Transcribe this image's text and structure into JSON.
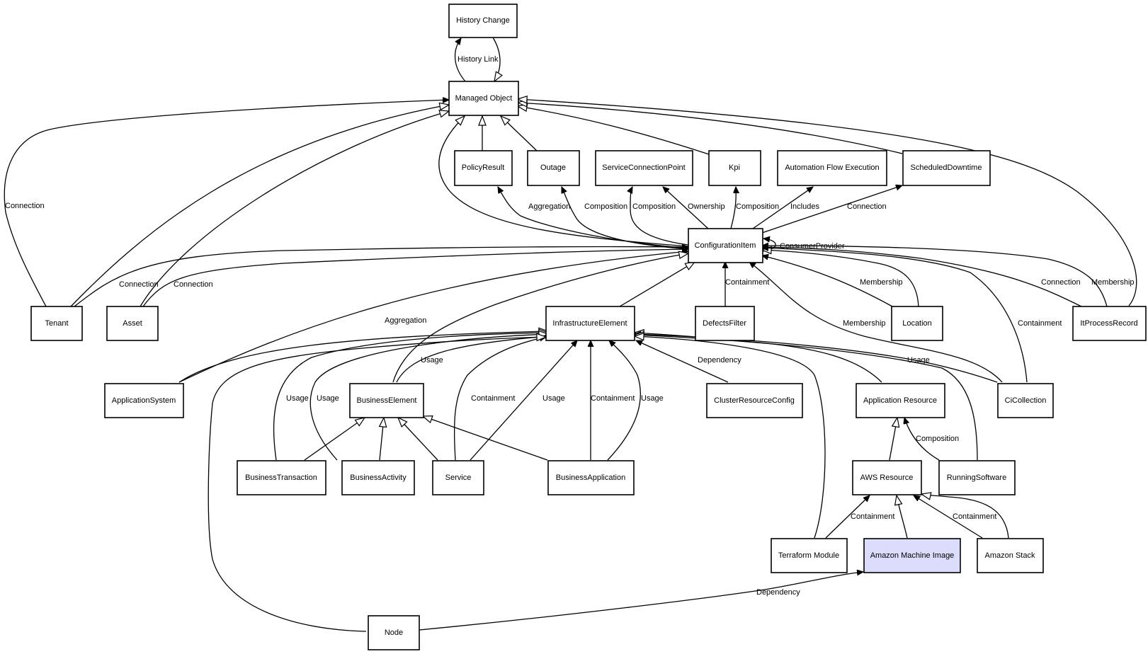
{
  "diagram": {
    "title": "Configuration Item Relationship Model",
    "highlight_color": "#dcdcfc",
    "nodes": [
      {
        "id": "history_change",
        "label": "History Change"
      },
      {
        "id": "managed_object",
        "label": "Managed Object"
      },
      {
        "id": "policy_result",
        "label": "PolicyResult"
      },
      {
        "id": "outage",
        "label": "Outage"
      },
      {
        "id": "service_connection_point",
        "label": "ServiceConnectionPoint"
      },
      {
        "id": "kpi",
        "label": "Kpi"
      },
      {
        "id": "automation_flow_execution",
        "label": "Automation Flow Execution"
      },
      {
        "id": "scheduled_downtime",
        "label": "ScheduledDowntime"
      },
      {
        "id": "configuration_item",
        "label": "ConfigurationItem"
      },
      {
        "id": "tenant",
        "label": "Tenant"
      },
      {
        "id": "asset",
        "label": "Asset"
      },
      {
        "id": "infrastructure_element",
        "label": "InfrastructureElement"
      },
      {
        "id": "defects_filter",
        "label": "DefectsFilter"
      },
      {
        "id": "location",
        "label": "Location"
      },
      {
        "id": "it_process_record",
        "label": "ItProcessRecord"
      },
      {
        "id": "application_system",
        "label": "ApplicationSystem"
      },
      {
        "id": "business_element",
        "label": "BusinessElement"
      },
      {
        "id": "cluster_resource_config",
        "label": "ClusterResourceConfig"
      },
      {
        "id": "application_resource",
        "label": "Application Resource"
      },
      {
        "id": "ci_collection",
        "label": "CiCollection"
      },
      {
        "id": "business_transaction",
        "label": "BusinessTransaction"
      },
      {
        "id": "business_activity",
        "label": "BusinessActivity"
      },
      {
        "id": "service",
        "label": "Service"
      },
      {
        "id": "business_application",
        "label": "BusinessApplication"
      },
      {
        "id": "aws_resource",
        "label": "AWS Resource"
      },
      {
        "id": "running_software",
        "label": "RunningSoftware"
      },
      {
        "id": "terraform_module",
        "label": "Terraform Module"
      },
      {
        "id": "amazon_machine_image",
        "label": "Amazon Machine Image",
        "selected": true
      },
      {
        "id": "amazon_stack",
        "label": "Amazon Stack"
      },
      {
        "id": "node",
        "label": "Node"
      }
    ],
    "edges": [
      {
        "from": "managed_object",
        "to": "history_change",
        "label": "History Link",
        "type": "association"
      },
      {
        "from": "history_change",
        "to": "managed_object",
        "label": "",
        "type": "inheritance"
      },
      {
        "from": "policy_result",
        "to": "managed_object",
        "label": "",
        "type": "inheritance"
      },
      {
        "from": "outage",
        "to": "managed_object",
        "label": "",
        "type": "inheritance"
      },
      {
        "from": "kpi",
        "to": "managed_object",
        "label": "",
        "type": "inheritance"
      },
      {
        "from": "scheduled_downtime",
        "to": "managed_object",
        "label": "",
        "type": "inheritance"
      },
      {
        "from": "it_process_record",
        "to": "managed_object",
        "label": "",
        "type": "inheritance"
      },
      {
        "from": "configuration_item",
        "to": "managed_object",
        "label": "",
        "type": "inheritance"
      },
      {
        "from": "tenant",
        "to": "managed_object",
        "label": "Connection",
        "type": "association"
      },
      {
        "from": "tenant",
        "to": "managed_object",
        "label": "",
        "type": "inheritance"
      },
      {
        "from": "asset",
        "to": "managed_object",
        "label": "",
        "type": "inheritance"
      },
      {
        "from": "configuration_item",
        "to": "policy_result",
        "label": "Aggregation",
        "type": "association"
      },
      {
        "from": "configuration_item",
        "to": "outage",
        "label": "Composition",
        "type": "association"
      },
      {
        "from": "configuration_item",
        "to": "service_connection_point",
        "label": "Composition",
        "type": "association"
      },
      {
        "from": "configuration_item",
        "to": "service_connection_point",
        "label": "Ownership",
        "type": "association"
      },
      {
        "from": "configuration_item",
        "to": "kpi",
        "label": "Composition",
        "type": "association"
      },
      {
        "from": "configuration_item",
        "to": "automation_flow_execution",
        "label": "Includes",
        "type": "association"
      },
      {
        "from": "configuration_item",
        "to": "scheduled_downtime",
        "label": "Connection",
        "type": "association"
      },
      {
        "from": "configuration_item",
        "to": "configuration_item",
        "label": "ConsumerProvider",
        "type": "association"
      },
      {
        "from": "tenant",
        "to": "configuration_item",
        "label": "Connection",
        "type": "association"
      },
      {
        "from": "asset",
        "to": "configuration_item",
        "label": "Connection",
        "type": "association"
      },
      {
        "from": "application_system",
        "to": "configuration_item",
        "label": "Aggregation",
        "type": "association"
      },
      {
        "from": "infrastructure_element",
        "to": "configuration_item",
        "label": "",
        "type": "inheritance"
      },
      {
        "from": "defects_filter",
        "to": "configuration_item",
        "label": "Containment",
        "type": "association"
      },
      {
        "from": "location",
        "to": "configuration_item",
        "label": "Membership",
        "type": "association"
      },
      {
        "from": "location",
        "to": "configuration_item",
        "label": "",
        "type": "inheritance"
      },
      {
        "from": "ci_collection",
        "to": "configuration_item",
        "label": "Membership",
        "type": "association"
      },
      {
        "from": "ci_collection",
        "to": "configuration_item",
        "label": "Containment",
        "type": "association"
      },
      {
        "from": "it_process_record",
        "to": "configuration_item",
        "label": "Connection",
        "type": "association"
      },
      {
        "from": "it_process_record",
        "to": "configuration_item",
        "label": "Membership",
        "type": "association"
      },
      {
        "from": "business_element",
        "to": "configuration_item",
        "label": "",
        "type": "inheritance"
      },
      {
        "from": "application_system",
        "to": "infrastructure_element",
        "label": "",
        "type": "inheritance"
      },
      {
        "from": "business_element",
        "to": "infrastructure_element",
        "label": "Usage",
        "type": "association"
      },
      {
        "from": "business_transaction",
        "to": "infrastructure_element",
        "label": "Usage",
        "type": "association"
      },
      {
        "from": "business_activity",
        "to": "infrastructure_element",
        "label": "Usage",
        "type": "association"
      },
      {
        "from": "service",
        "to": "infrastructure_element",
        "label": "Containment",
        "type": "association"
      },
      {
        "from": "service",
        "to": "infrastructure_element",
        "label": "Usage",
        "type": "association"
      },
      {
        "from": "business_application",
        "to": "infrastructure_element",
        "label": "Containment",
        "type": "association"
      },
      {
        "from": "business_application",
        "to": "infrastructure_element",
        "label": "Usage",
        "type": "association"
      },
      {
        "from": "cluster_resource_config",
        "to": "infrastructure_element",
        "label": "Dependency",
        "type": "association"
      },
      {
        "from": "application_resource",
        "to": "infrastructure_element",
        "label": "",
        "type": "inheritance"
      },
      {
        "from": "ci_collection",
        "to": "infrastructure_element",
        "label": "Usage",
        "type": "association"
      },
      {
        "from": "running_software",
        "to": "infrastructure_element",
        "label": "",
        "type": "inheritance"
      },
      {
        "from": "terraform_module",
        "to": "infrastructure_element",
        "label": "",
        "type": "inheritance"
      },
      {
        "from": "node",
        "to": "infrastructure_element",
        "label": "",
        "type": "inheritance"
      },
      {
        "from": "business_transaction",
        "to": "business_element",
        "label": "",
        "type": "inheritance"
      },
      {
        "from": "business_activity",
        "to": "business_element",
        "label": "",
        "type": "inheritance"
      },
      {
        "from": "service",
        "to": "business_element",
        "label": "",
        "type": "inheritance"
      },
      {
        "from": "business_application",
        "to": "business_element",
        "label": "",
        "type": "inheritance"
      },
      {
        "from": "aws_resource",
        "to": "application_resource",
        "label": "",
        "type": "inheritance"
      },
      {
        "from": "running_software",
        "to": "application_resource",
        "label": "Composition",
        "type": "association"
      },
      {
        "from": "terraform_module",
        "to": "aws_resource",
        "label": "Containment",
        "type": "association"
      },
      {
        "from": "amazon_machine_image",
        "to": "aws_resource",
        "label": "",
        "type": "inheritance"
      },
      {
        "from": "amazon_stack",
        "to": "aws_resource",
        "label": "Containment",
        "type": "association"
      },
      {
        "from": "amazon_stack",
        "to": "aws_resource",
        "label": "",
        "type": "inheritance"
      },
      {
        "from": "node",
        "to": "amazon_machine_image",
        "label": "Dependency",
        "type": "association"
      }
    ]
  }
}
